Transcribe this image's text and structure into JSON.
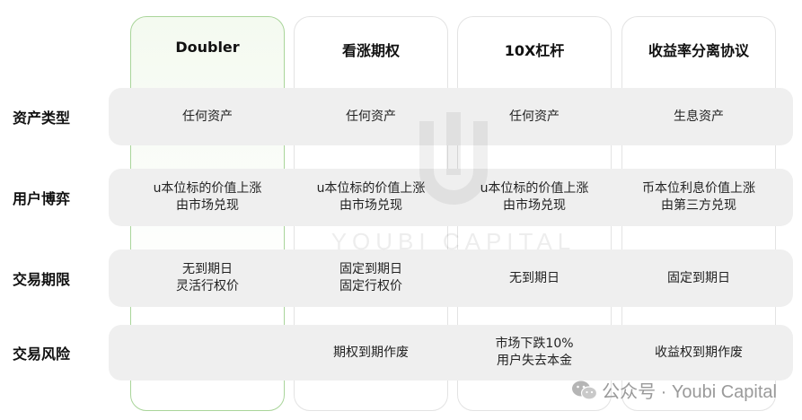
{
  "columns": [
    {
      "header": "Doubler"
    },
    {
      "header": "看涨期权"
    },
    {
      "header": "10X杠杆"
    },
    {
      "header": "收益率分离协议"
    }
  ],
  "rows": [
    {
      "label": "资产类型",
      "cells": [
        [
          "任何资产"
        ],
        [
          "任何资产"
        ],
        [
          "任何资产"
        ],
        [
          "生息资产"
        ]
      ]
    },
    {
      "label": "用户博弈",
      "cells": [
        [
          "u本位标的价值上涨",
          "由市场兑现"
        ],
        [
          "u本位标的价值上涨",
          "由市场兑现"
        ],
        [
          "u本位标的价值上涨",
          "由市场兑现"
        ],
        [
          "币本位利息价值上涨",
          "由第三方兑现"
        ]
      ]
    },
    {
      "label": "交易期限",
      "cells": [
        [
          "无到期日",
          "灵活行权价"
        ],
        [
          "固定到期日",
          "固定行权价"
        ],
        [
          "无到期日"
        ],
        [
          "固定到期日"
        ]
      ]
    },
    {
      "label": "交易风险",
      "cells": [
        [],
        [
          "期权到期作废"
        ],
        [
          "市场下跌10%",
          "用户失去本金"
        ],
        [
          "收益权到期作废"
        ]
      ]
    }
  ],
  "watermark": {
    "text": "YOUBI CAPITAL"
  },
  "footer": {
    "text": "公众号 · Youbi Capital",
    "icon": "wechat-icon"
  },
  "colors": {
    "highlight_border": "#a9d59a",
    "band": "#efefef"
  }
}
